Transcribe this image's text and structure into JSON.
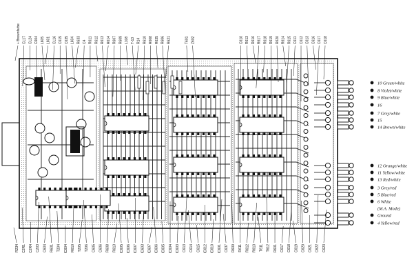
{
  "diagram": {
    "top_labels": [
      "+ Brownfarbe",
      "CL17",
      "CL24",
      "C604",
      "L605",
      "L601",
      "CL16",
      "C615",
      "C635",
      "L604",
      "R633",
      "C4",
      "R611",
      "R612",
      "R613",
      "R614",
      "R607",
      "R609",
      "L108",
      "T-13",
      "R14",
      "R610",
      "R608",
      "R635",
      "R606",
      "R621",
      "",
      "",
      "T601",
      "Z602",
      "",
      "",
      "",
      "",
      "",
      "",
      "",
      "C610",
      "R613",
      "R616",
      "R617",
      "R618",
      "R619",
      "R620",
      "R614",
      "R615",
      "C611",
      "C612",
      "C613",
      "C616",
      "C617",
      "C618"
    ],
    "bottom_labels": [
      "R234",
      "C2R1",
      "C2R4",
      "C203",
      "C604",
      "R601",
      "T204",
      "IC604",
      "R610",
      "T205",
      "T206",
      "C605",
      "C606",
      "R608",
      "R613",
      "IC605",
      "IC606",
      "IC607",
      "IC603",
      "IC607",
      "IC606",
      "IC605",
      "IC604",
      "IC603",
      "C613",
      "C614",
      "C615",
      "IC612",
      "IC610",
      "IC601",
      "C637",
      "R600",
      "R611",
      "R612",
      "R613",
      "T611",
      "T612",
      "R601",
      "C617",
      "C618",
      "C619",
      "C620",
      "C621",
      "C622",
      "C623"
    ],
    "right_connectors": [
      {
        "label": "10 Green/white"
      },
      {
        "label": "8 Violet/white"
      },
      {
        "label": "9 Blue/white"
      },
      {
        "label": "16"
      },
      {
        "label": "7 Grey/white"
      },
      {
        "label": "15"
      },
      {
        "label": "14 Brown/white"
      },
      {
        "label": "12 Orange/white"
      },
      {
        "label": "11 Yellow/white"
      },
      {
        "label": "13 Red/white"
      },
      {
        "label": "3 Grey/red"
      },
      {
        "label": "5 Blue/red"
      },
      {
        "label": "6 White"
      },
      {
        "label": "(M.A. Mode)"
      },
      {
        "label": "Ground"
      },
      {
        "label": "4 Yellow/red"
      }
    ]
  },
  "colors": {
    "ink": "#111111",
    "board": "#ffffff",
    "hatch": "#9a9a9a"
  }
}
